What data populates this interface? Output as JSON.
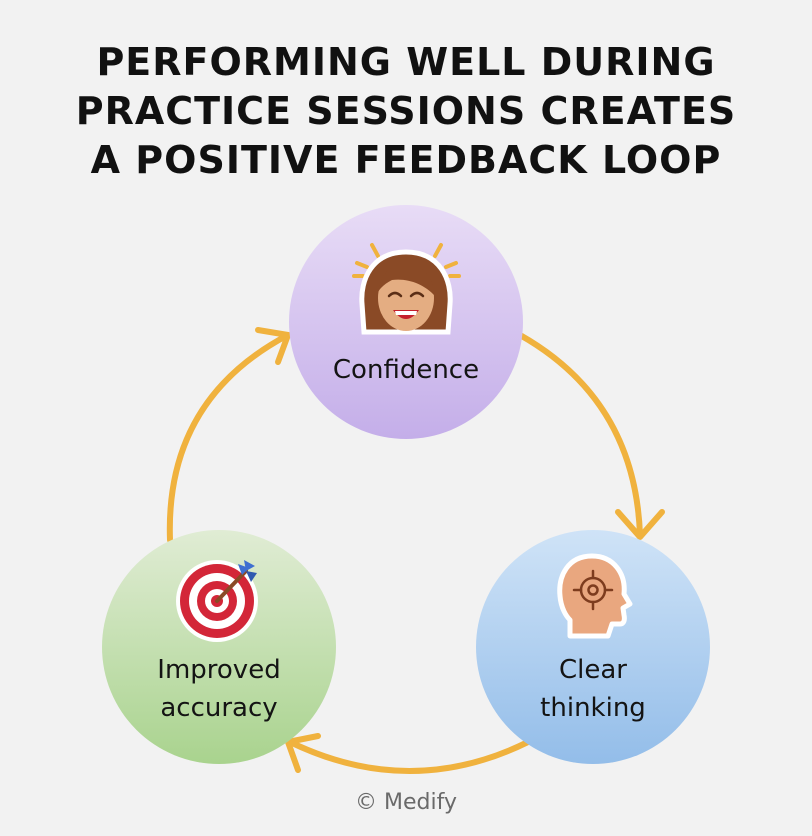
{
  "title": {
    "line1": "PERFORMING WELL DURING",
    "line2": "PRACTICE SESSIONS CREATES",
    "line3": "A POSITIVE FEEDBACK LOOP"
  },
  "nodes": {
    "confidence": {
      "label": "Confidence",
      "icon": "smiling-woman-emoji",
      "color_top": "#e8dcf6",
      "color_bottom": "#c4aee9"
    },
    "clear_thinking": {
      "label_line1": "Clear",
      "label_line2": "thinking",
      "icon": "head-crosshair-emoji",
      "color_top": "#cfe3f7",
      "color_bottom": "#93bde9"
    },
    "improved_accuracy": {
      "label_line1": "Improved",
      "label_line2": "accuracy",
      "icon": "bullseye-dart-emoji",
      "color_top": "#e0ecd4",
      "color_bottom": "#a9d38e"
    }
  },
  "arrows": {
    "color": "#f0b23e",
    "direction": "clockwise"
  },
  "footer": {
    "copyright": "© Medify"
  }
}
